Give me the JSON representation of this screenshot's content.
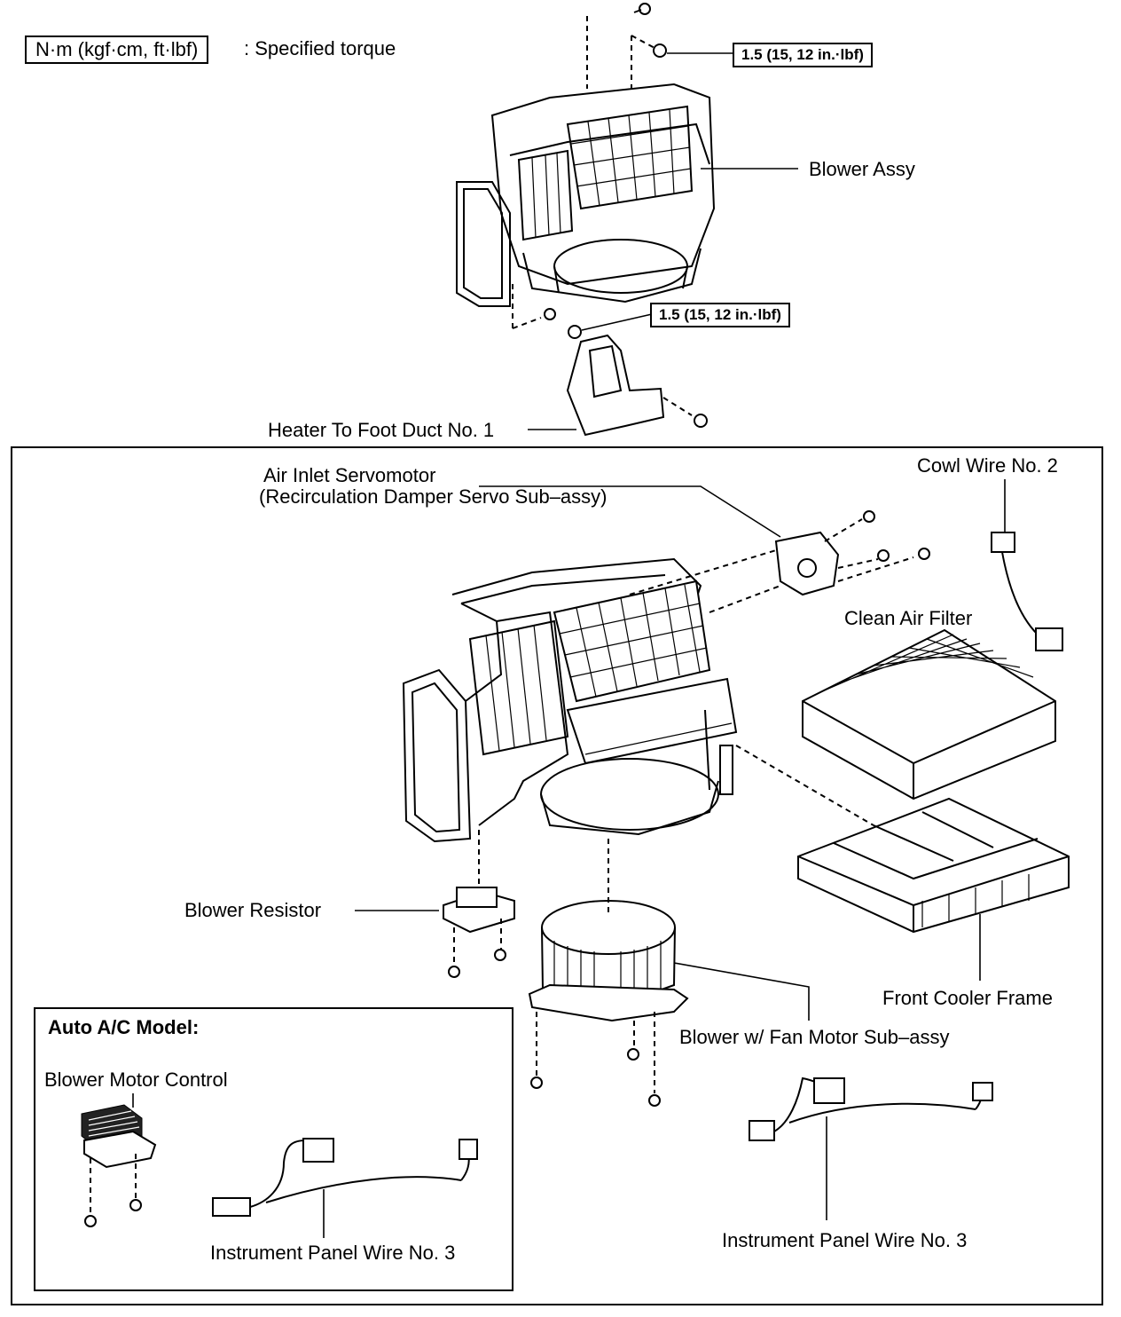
{
  "legend": {
    "unit_box": "N·m (kgf·cm, ft·lbf)",
    "text": ": Specified torque"
  },
  "torques": {
    "top": "1.5 (15, 12 in.·lbf)",
    "bottom": "1.5 (15, 12 in.·lbf)"
  },
  "labels": {
    "blower_assy": "Blower Assy",
    "heater_duct": "Heater To Foot Duct No. 1",
    "air_inlet_line1": "Air Inlet Servomotor",
    "air_inlet_line2": "(Recirculation Damper Servo Sub–assy)",
    "cowl_wire": "Cowl Wire No. 2",
    "clean_air_filter": "Clean Air Filter",
    "blower_resistor": "Blower Resistor",
    "front_cooler_frame": "Front Cooler Frame",
    "blower_fan_motor": "Blower w/ Fan Motor Sub–assy",
    "instrument_wire_right": "Instrument Panel Wire No. 3"
  },
  "inset": {
    "title": "Auto A/C Model:",
    "blower_motor_control": "Blower Motor Control",
    "instrument_wire": "Instrument Panel Wire No. 3"
  }
}
